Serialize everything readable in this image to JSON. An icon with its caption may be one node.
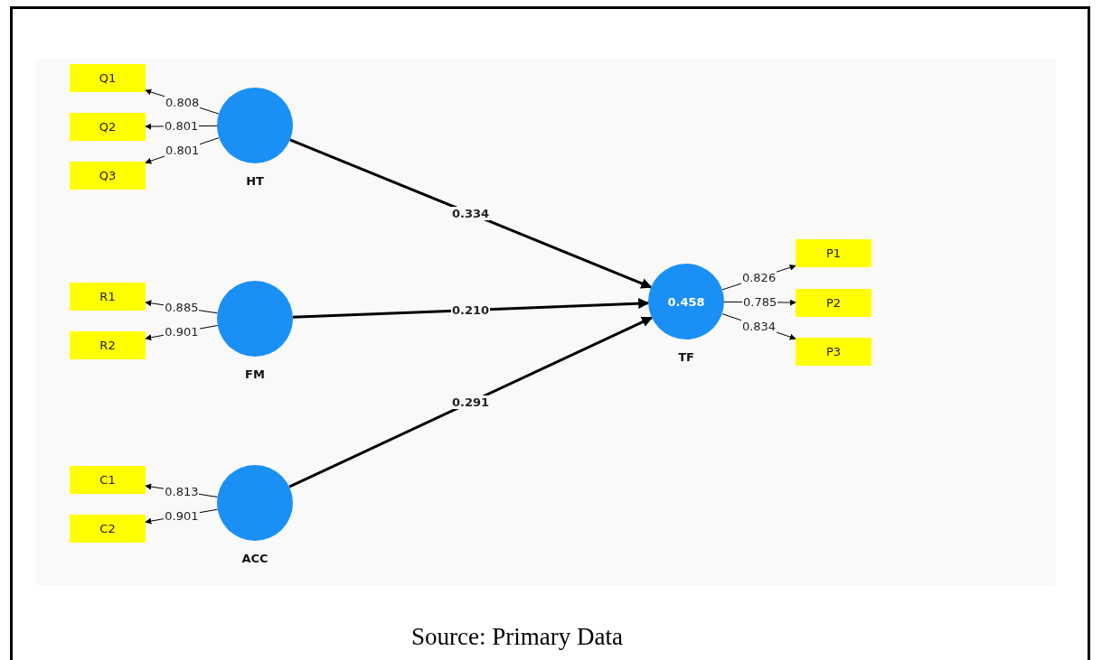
{
  "diagram": {
    "caption": "Source: Primary Data",
    "nodes": [
      {
        "text": [
          "HT"
        ]
      },
      {
        "text": [
          "FM"
        ]
      },
      {
        "text": [
          "ACC"
        ]
      },
      {
        "text": [
          "0.458",
          "TF"
        ]
      },
      {
        "text": [
          "Q1"
        ]
      },
      {
        "text": [
          "Q2"
        ]
      },
      {
        "text": [
          "Q3"
        ]
      },
      {
        "text": [
          "R1"
        ]
      },
      {
        "text": [
          "R2"
        ]
      },
      {
        "text": [
          "C1"
        ]
      },
      {
        "text": [
          "C2"
        ]
      },
      {
        "text": [
          "P1"
        ]
      },
      {
        "text": [
          "P2"
        ]
      },
      {
        "text": [
          "P3"
        ]
      }
    ],
    "edges": [
      {
        "from": 0,
        "to": 4,
        "arrow": "to",
        "label": "0.808"
      },
      {
        "from": 0,
        "to": 5,
        "arrow": "to",
        "label": "0.801"
      },
      {
        "from": 0,
        "to": 6,
        "arrow": "to",
        "label": "0.801"
      },
      {
        "from": 1,
        "to": 7,
        "arrow": "to",
        "label": "0.885"
      },
      {
        "from": 1,
        "to": 8,
        "arrow": "to",
        "label": "0.901"
      },
      {
        "from": 2,
        "to": 9,
        "arrow": "to",
        "label": "0.813"
      },
      {
        "from": 2,
        "to": 10,
        "arrow": "to",
        "label": "0.901"
      },
      {
        "from": 0,
        "to": 3,
        "arrow": "to",
        "label": "0.334",
        "style": "thick"
      },
      {
        "from": 1,
        "to": 3,
        "arrow": "to",
        "label": "0.210",
        "style": "thick"
      },
      {
        "from": 2,
        "to": 3,
        "arrow": "to",
        "label": "0.291",
        "style": "thick"
      },
      {
        "from": 3,
        "to": 11,
        "arrow": "to",
        "label": "0.826"
      },
      {
        "from": 3,
        "to": 12,
        "arrow": "to",
        "label": "0.785"
      },
      {
        "from": 3,
        "to": 13,
        "arrow": "to",
        "label": "0.834"
      }
    ]
  }
}
